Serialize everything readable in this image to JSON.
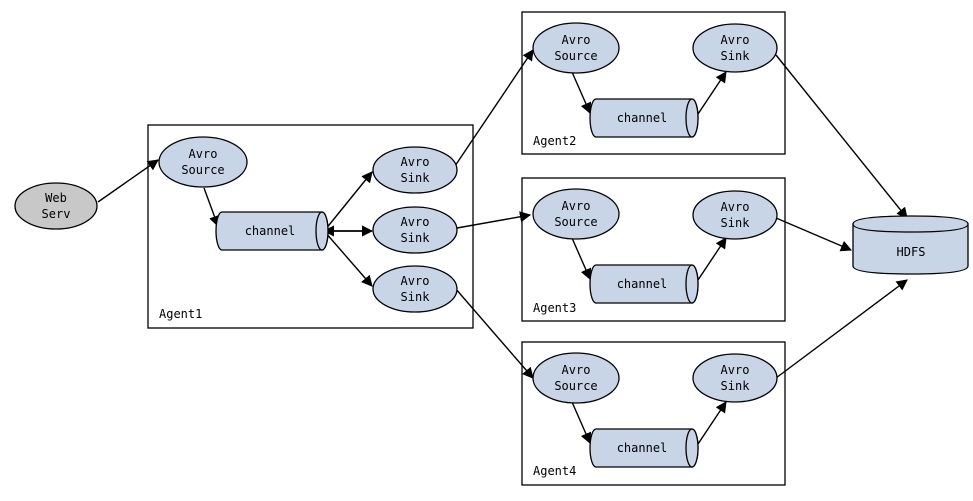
{
  "web_server": {
    "line1": "Web",
    "line2": "Serv"
  },
  "hdfs": {
    "label": "HDFS"
  },
  "agents": [
    {
      "name": "Agent1",
      "source": {
        "line1": "Avro",
        "line2": "Source"
      },
      "channel": "channel",
      "sinks": [
        {
          "line1": "Avro",
          "line2": "Sink"
        },
        {
          "line1": "Avro",
          "line2": "Sink"
        },
        {
          "line1": "Avro",
          "line2": "Sink"
        }
      ]
    },
    {
      "name": "Agent2",
      "source": {
        "line1": "Avro",
        "line2": "Source"
      },
      "channel": "channel",
      "sink": {
        "line1": "Avro",
        "line2": "Sink"
      }
    },
    {
      "name": "Agent3",
      "source": {
        "line1": "Avro",
        "line2": "Source"
      },
      "channel": "channel",
      "sink": {
        "line1": "Avro",
        "line2": "Sink"
      }
    },
    {
      "name": "Agent4",
      "source": {
        "line1": "Avro",
        "line2": "Source"
      },
      "channel": "channel",
      "sink": {
        "line1": "Avro",
        "line2": "Sink"
      }
    }
  ],
  "colors": {
    "node_fill": "#c7d5e6",
    "web_fill": "#c8c8c8",
    "stroke": "#000000"
  }
}
